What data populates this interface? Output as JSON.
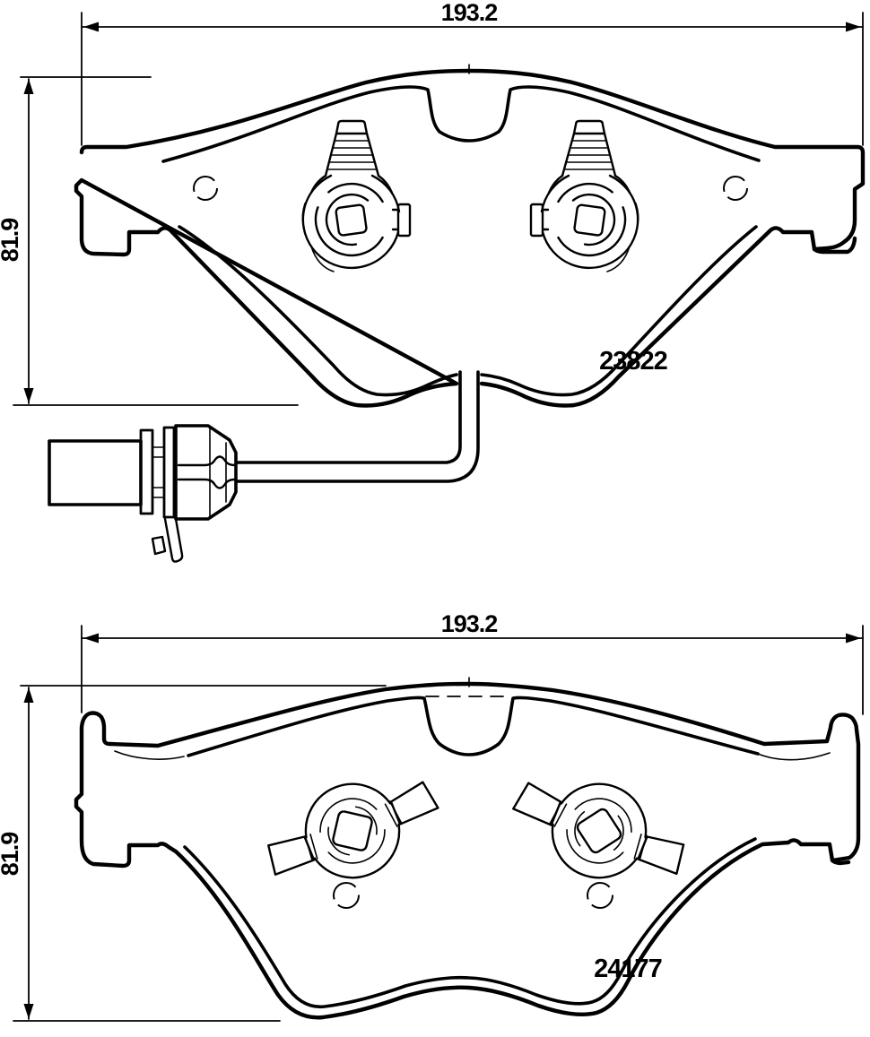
{
  "document": {
    "type": "brake-pad-technical-drawing",
    "background_color": "#ffffff",
    "line_color": "#000000"
  },
  "figures": [
    {
      "name": "brake-pad-with-wear-sensor",
      "part_number": "23822",
      "width_dimension": "193.2",
      "height_dimension": "81.9"
    },
    {
      "name": "brake-pad-plain",
      "part_number": "24177",
      "width_dimension": "193.2",
      "height_dimension": "81.9"
    }
  ]
}
